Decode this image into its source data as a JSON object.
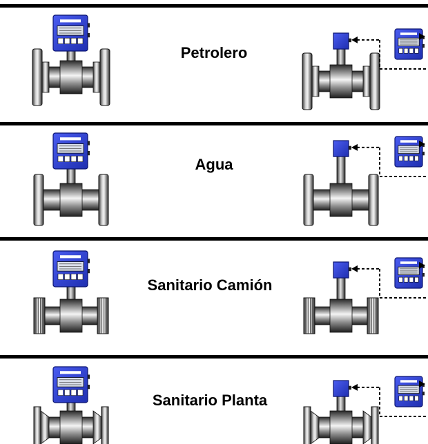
{
  "sections": [
    {
      "label": "Petrolero",
      "variant": "flanged-tall"
    },
    {
      "label": "Agua",
      "variant": "flanged"
    },
    {
      "label": "Sanitario Camión",
      "variant": "threaded"
    },
    {
      "label": "Sanitario Planta",
      "variant": "tri-clamp"
    }
  ],
  "colors": {
    "divider": "#000000",
    "transmitter_blue": "#2b3fd8",
    "pipe_gray": "#8a8a8a"
  }
}
